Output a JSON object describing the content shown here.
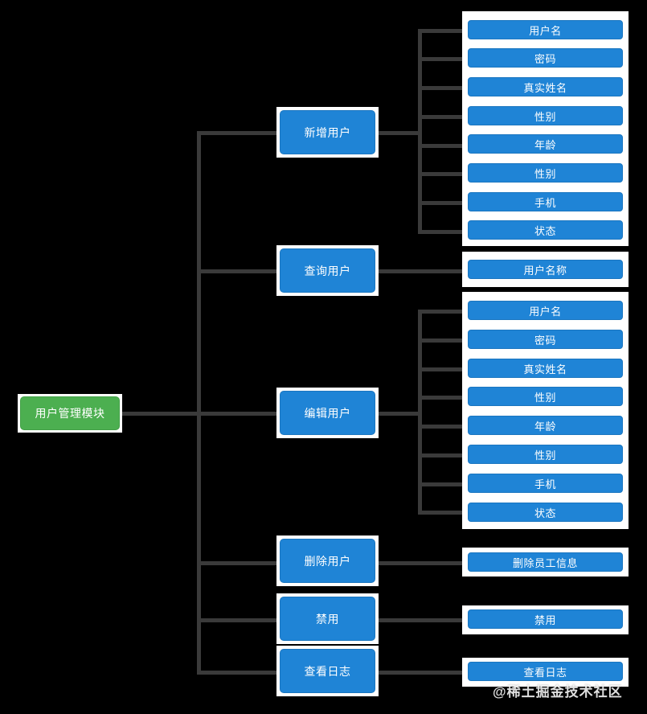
{
  "diagram": {
    "title": "用户管理模块",
    "type": "tree",
    "colors": {
      "root_fill": "#4caf50",
      "node_fill": "#1f84d6",
      "node_text": "#ffffff",
      "connector": "#3a3a3a",
      "plate": "#ffffff",
      "background": "#000000"
    },
    "root": {
      "label": "用户管理模块"
    },
    "branches": [
      {
        "id": "add-user",
        "label": "新增用户",
        "leaves": [
          {
            "label": "用户名"
          },
          {
            "label": "密码"
          },
          {
            "label": "真实姓名"
          },
          {
            "label": "性别"
          },
          {
            "label": "年龄"
          },
          {
            "label": "性别"
          },
          {
            "label": "手机"
          },
          {
            "label": "状态"
          }
        ]
      },
      {
        "id": "query-user",
        "label": "查询用户",
        "leaves": [
          {
            "label": "用户名称"
          }
        ]
      },
      {
        "id": "edit-user",
        "label": "编辑用户",
        "leaves": [
          {
            "label": "用户名"
          },
          {
            "label": "密码"
          },
          {
            "label": "真实姓名"
          },
          {
            "label": "性别"
          },
          {
            "label": "年龄"
          },
          {
            "label": "性别"
          },
          {
            "label": "手机"
          },
          {
            "label": "状态"
          }
        ]
      },
      {
        "id": "delete-user",
        "label": "删除用户",
        "leaves": [
          {
            "label": "删除员工信息"
          }
        ]
      },
      {
        "id": "disable",
        "label": "禁用",
        "leaves": [
          {
            "label": "禁用"
          }
        ]
      },
      {
        "id": "view-log",
        "label": "查看日志",
        "leaves": [
          {
            "label": "查看日志"
          }
        ]
      }
    ],
    "watermark": "@稀土掘金技术社区"
  }
}
